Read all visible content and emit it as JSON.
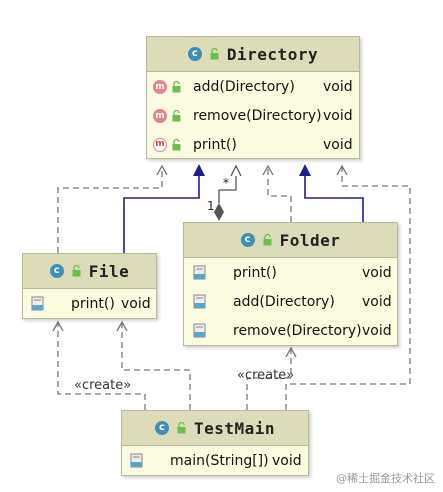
{
  "classes": {
    "directory": {
      "name": "Directory",
      "methods": [
        {
          "name": "add(Directory)",
          "ret": "void"
        },
        {
          "name": "remove(Directory)",
          "ret": "void"
        },
        {
          "name": "print()",
          "ret": "void"
        }
      ]
    },
    "folder": {
      "name": "Folder",
      "methods": [
        {
          "name": "print()",
          "ret": "void"
        },
        {
          "name": "add(Directory)",
          "ret": "void"
        },
        {
          "name": "remove(Directory)",
          "ret": "void"
        }
      ]
    },
    "file": {
      "name": "File",
      "methods": [
        {
          "name": "print()",
          "ret": "void"
        }
      ]
    },
    "testmain": {
      "name": "TestMain",
      "methods": [
        {
          "name": "main(String[])",
          "ret": "void"
        }
      ]
    }
  },
  "labels": {
    "create_left": "«create»",
    "create_right": "«create»",
    "multiplicity_many": "*",
    "multiplicity_one": "1"
  },
  "icons": {
    "class": "c",
    "method": "m"
  },
  "watermark": "@稀土掘金技术社区",
  "colors": {
    "class_fill": "#fbfbe0",
    "class_header": "#dcdcb8",
    "inheritance": "#1f1f8f",
    "dependency": "#777777"
  }
}
